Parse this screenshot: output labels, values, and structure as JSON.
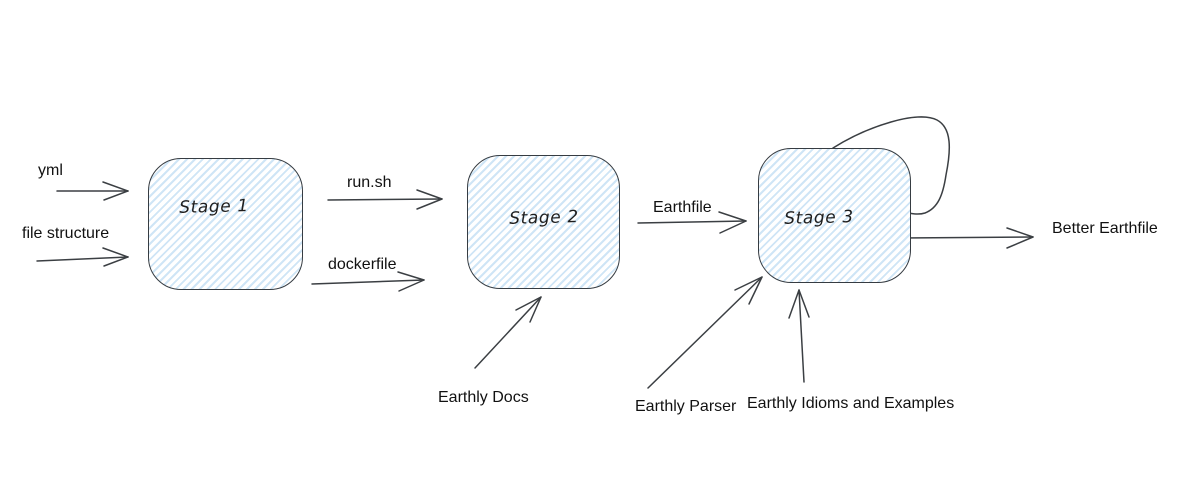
{
  "diagram": {
    "type": "flow-diagram",
    "background_color": "#ffffff",
    "stroke_color": "#3b3f43",
    "node_fill_stripe_color": "#cfe5f6",
    "nodes": [
      {
        "id": "stage-1",
        "label": "Stage 1"
      },
      {
        "id": "stage-2",
        "label": "Stage 2"
      },
      {
        "id": "stage-3",
        "label": "Stage 3"
      }
    ],
    "edge_labels": {
      "yml": "yml",
      "file_structure": "file structure",
      "run_sh": "run.sh",
      "dockerfile": "dockerfile",
      "earthfile": "Earthfile",
      "better_earthfile": "Better Earthfile",
      "earthly_docs": "Earthly Docs",
      "earthly_parser": "Earthly Parser",
      "earthly_idioms": "Earthly Idioms and Examples"
    }
  }
}
